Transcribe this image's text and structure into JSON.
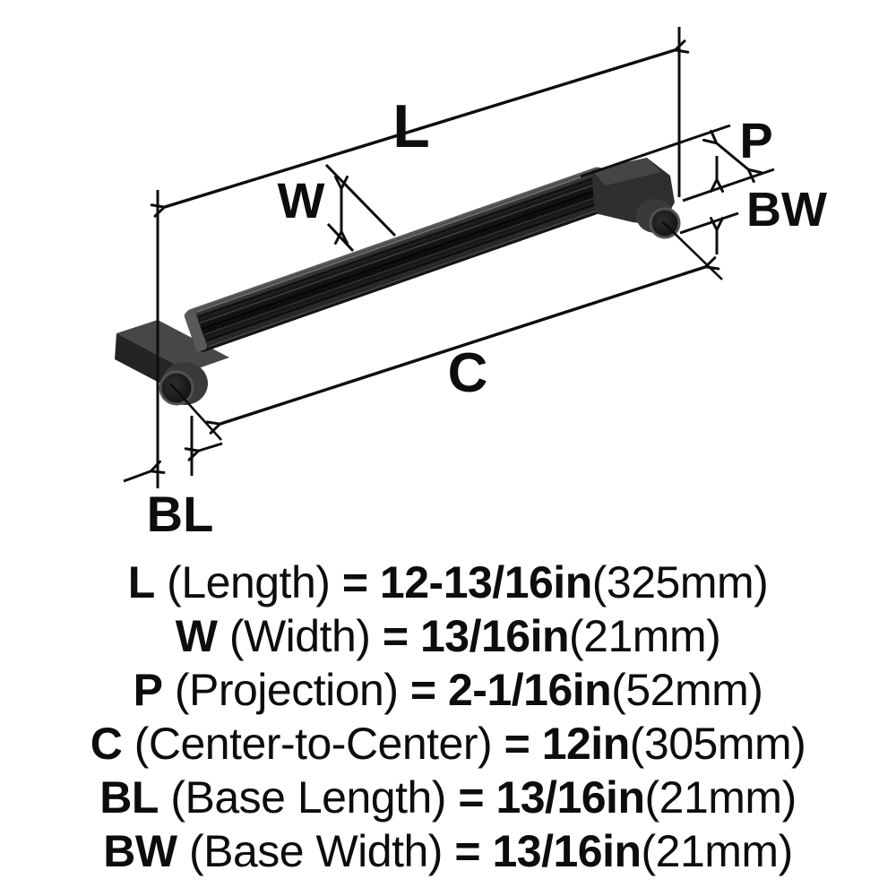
{
  "diagram": {
    "labels": {
      "length": "L",
      "width": "W",
      "projection": "P",
      "base_width": "BW",
      "center_to_center": "C",
      "base_length": "BL"
    }
  },
  "specs": [
    {
      "label": "L",
      "name": "(Length)",
      "eq": "=",
      "inches": "12-13/16in",
      "metric": "(325mm)"
    },
    {
      "label": "W",
      "name": "(Width)",
      "eq": "=",
      "inches": "13/16in",
      "metric": "(21mm)"
    },
    {
      "label": "P",
      "name": "(Projection)",
      "eq": "=",
      "inches": "2-1/16in",
      "metric": "(52mm)"
    },
    {
      "label": "C",
      "name": "(Center-to-Center)",
      "eq": "=",
      "inches": "12in",
      "metric": "(305mm)"
    },
    {
      "label": "BL",
      "name": "(Base Length)",
      "eq": "=",
      "inches": "13/16in",
      "metric": "(21mm)"
    },
    {
      "label": "BW",
      "name": "(Base Width)",
      "eq": "=",
      "inches": "13/16in",
      "metric": "(21mm)"
    }
  ],
  "colors": {
    "ink": "#0d0d0d",
    "background": "#ffffff",
    "handle_dark": "#141414",
    "handle_mid": "#2f2f2f",
    "handle_light": "#4a4a4a"
  }
}
